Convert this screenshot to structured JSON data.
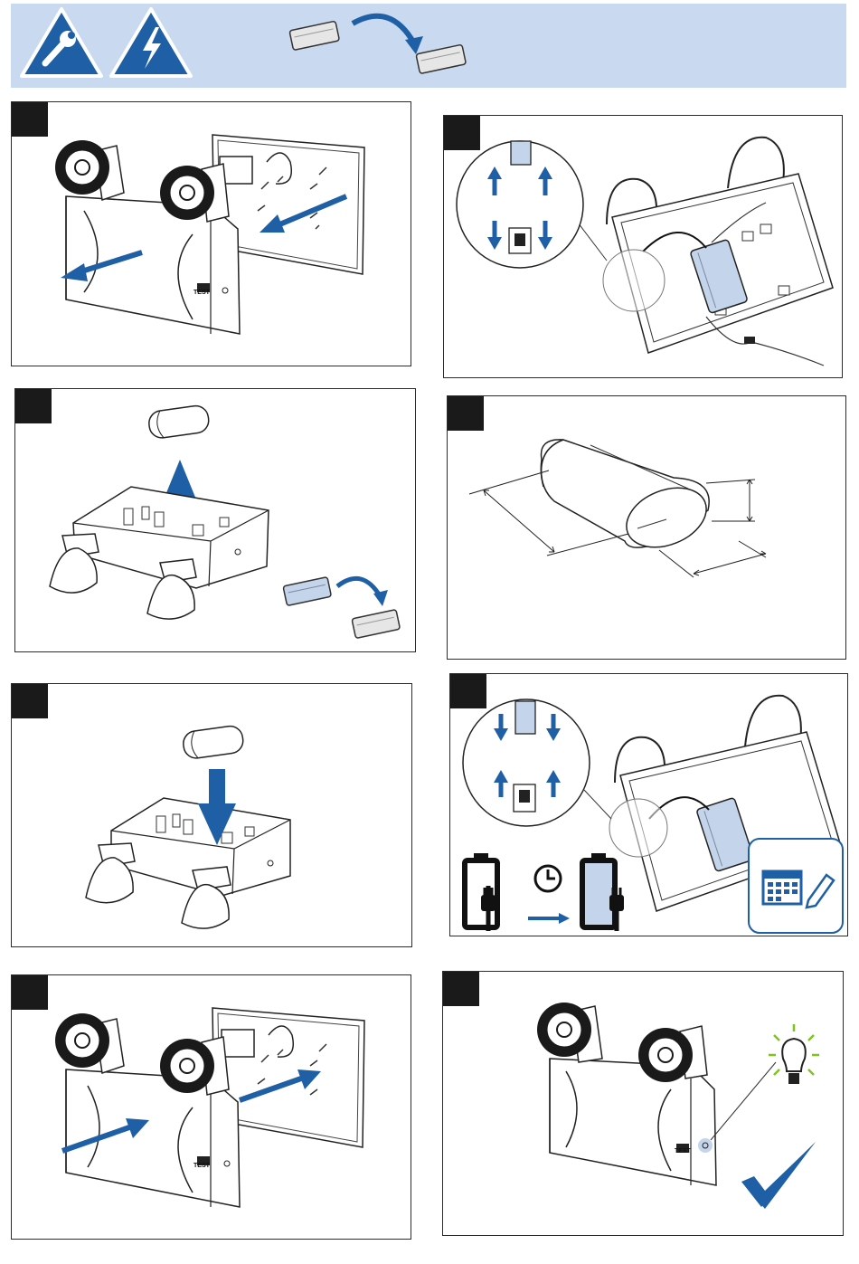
{
  "header": {
    "icons": [
      "wrench-warning-icon",
      "lightning-warning-icon",
      "battery-replace-icon"
    ]
  },
  "colors": {
    "accent_blue": "#1f5fa5",
    "header_bg": "#c9d9ef",
    "battery_fill": "#c4d4ea",
    "bulb_green": "#7fc31c"
  },
  "panels": [
    {
      "id": "open-fixture",
      "icons": [
        "fixture-icon",
        "arrow-out-icon"
      ]
    },
    {
      "id": "disconnect-battery",
      "icons": [
        "connector-icon",
        "arrow-up-icon",
        "arrow-down-icon"
      ]
    },
    {
      "id": "remove-battery",
      "icons": [
        "battery-icon",
        "arrow-up-icon",
        "battery-replace-icon"
      ]
    },
    {
      "id": "battery-dimensions",
      "icons": [
        "battery-icon",
        "dimension-lines"
      ]
    },
    {
      "id": "insert-battery",
      "icons": [
        "battery-icon",
        "arrow-down-icon"
      ]
    },
    {
      "id": "reconnect-and-charge",
      "icons": [
        "connector-icon",
        "battery-empty-icon",
        "clock-icon",
        "battery-full-icon",
        "calendar-edit-icon"
      ]
    },
    {
      "id": "close-fixture",
      "icons": [
        "fixture-icon",
        "arrow-in-icon"
      ]
    },
    {
      "id": "test-light",
      "icons": [
        "fixture-icon",
        "lightbulb-icon",
        "checkmark-icon"
      ]
    }
  ],
  "labels": {
    "test_badge": "TEST"
  }
}
